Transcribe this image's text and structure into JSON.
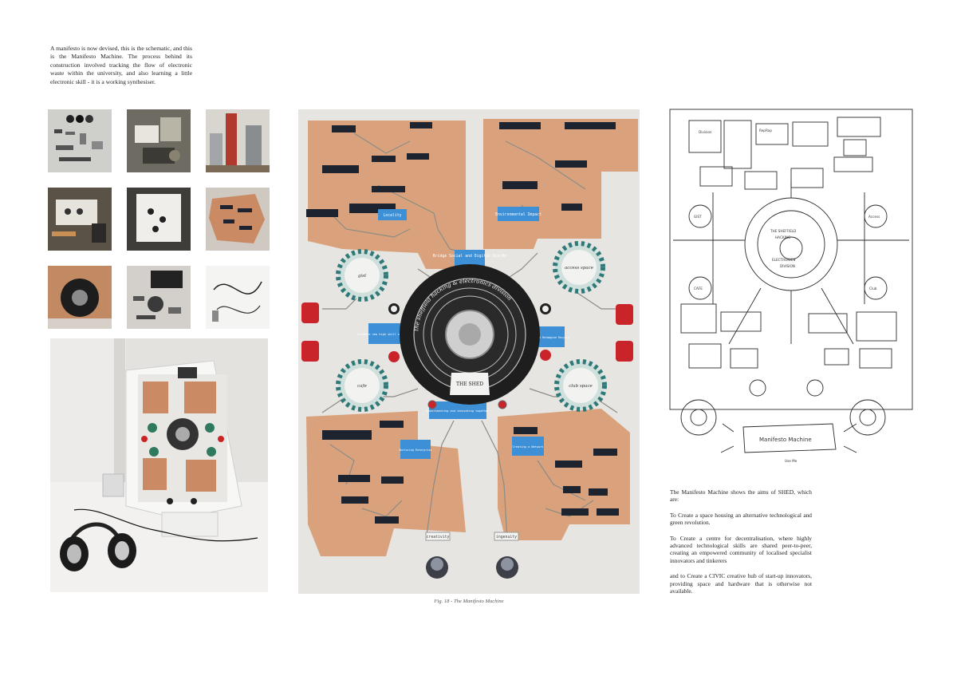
{
  "intro_text": "A manifesto is now devised, this is the schematic, and this is the Manifesto Machine. The process behind its construction involved tracking the flow of electronic waste within the university, and also learning a little electronic skill - it is a working synthesiser.",
  "figure_caption": "Fig. 18 - The Manifesto Machine",
  "board": {
    "center_ring_text": "the sheffield hacking & electronics division",
    "center_badge": "THE SHED",
    "dial_labels": [
      "gist",
      "access space",
      "cafe",
      "club space"
    ],
    "knob_labels": [
      "creativity",
      "ingenuity"
    ],
    "blue_labels": [
      "Bridge Social and Digital Divide",
      "Locality",
      "Environmental Impact",
      "Incubate new high skill enterprises",
      "Reuse Reimagine Recycle",
      "Experimenting and innovating together",
      "Nurturing Enterprise",
      "Creating a Network"
    ]
  },
  "aims": {
    "intro": "The Manifesto Machine shows the aims of SHED, which are:",
    "items": [
      "To Create a space housing an alternative technological and green revolution.",
      "To Create a centre for decentralisation, where highly advanced technological skills are shared peer-to-peer, creating an empowered community of localised specialist innovators and tinkerers",
      "and to Create a CIVIC creative hub of start-up innovators, providing space and hardware that is otherwise not available."
    ]
  },
  "colors": {
    "copper": "#d9a27c",
    "board_bg": "#e8e6e2",
    "label_blue": "#3d8fd6",
    "chip": "#1e2330"
  }
}
